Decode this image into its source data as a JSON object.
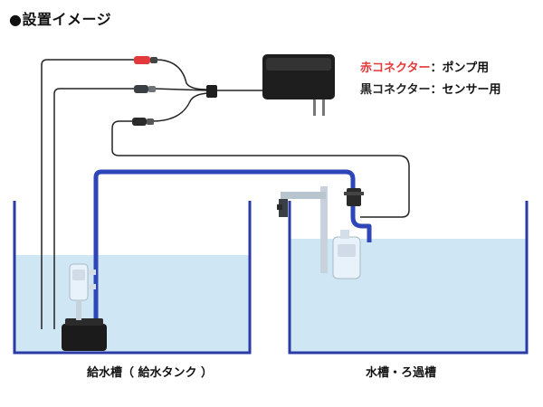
{
  "title": "●設置イメージ",
  "legend": {
    "red_connector": {
      "name": "赤コネクター",
      "desc": "：ポンプ用",
      "color": "#e23a3a"
    },
    "black_connector": {
      "name": "黒コネクター",
      "desc": "：センサー用",
      "color": "#222222"
    }
  },
  "captions": {
    "left_tank": "給水槽（ 給水タンク ）",
    "right_tank": "水槽・ろ過槽"
  },
  "colors": {
    "water": "#cfe7f5",
    "tank_outline": "#2a3aa6",
    "pipe": "#2f46b8",
    "cable": "#222222",
    "adapter": "#1e1e1e",
    "sensor": "#e8f2fa"
  }
}
